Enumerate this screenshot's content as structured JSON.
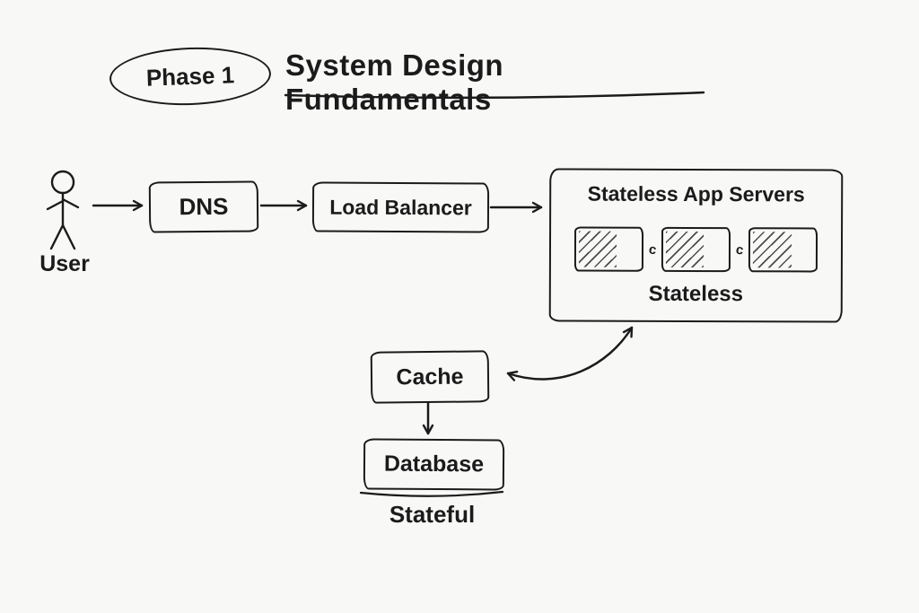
{
  "diagram": {
    "phase_badge": "Phase 1",
    "title": "System Design Fundamentals",
    "nodes": {
      "user": {
        "label": "User"
      },
      "dns": {
        "label": "DNS"
      },
      "load_balancer": {
        "label": "Load Balancer"
      },
      "app_servers": {
        "title": "Stateless App Servers",
        "sublabel": "Stateless",
        "server_count": 3,
        "link_glyph": "c"
      },
      "cache": {
        "label": "Cache"
      },
      "database": {
        "label": "Database",
        "sublabel": "Stateful"
      }
    },
    "edges": [
      "User -> DNS",
      "DNS -> Load Balancer",
      "Load Balancer -> Stateless App Servers",
      "Stateless App Servers <-> Cache",
      "Cache -> Database"
    ],
    "colors": {
      "ink": "#1b1b1b",
      "background": "#f8f8f7"
    }
  }
}
